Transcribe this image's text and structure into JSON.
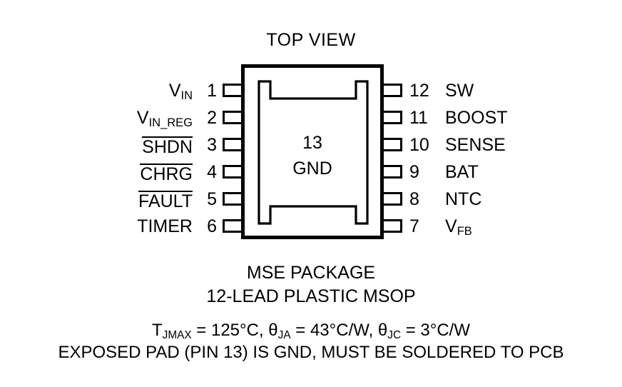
{
  "title": "TOP VIEW",
  "package": {
    "body_label_number": "13",
    "body_label_name": "GND"
  },
  "pins": {
    "left": [
      {
        "number": "1",
        "name": "V",
        "sub": "IN",
        "overbar": false
      },
      {
        "number": "2",
        "name": "V",
        "sub": "IN_REG",
        "overbar": false
      },
      {
        "number": "3",
        "name": "SHDN",
        "sub": "",
        "overbar": true
      },
      {
        "number": "4",
        "name": "CHRG",
        "sub": "",
        "overbar": true
      },
      {
        "number": "5",
        "name": "FAULT",
        "sub": "",
        "overbar": true
      },
      {
        "number": "6",
        "name": "TIMER",
        "sub": "",
        "overbar": false
      }
    ],
    "right": [
      {
        "number": "12",
        "name": "SW",
        "sub": "",
        "overbar": false
      },
      {
        "number": "11",
        "name": "BOOST",
        "sub": "",
        "overbar": false
      },
      {
        "number": "10",
        "name": "SENSE",
        "sub": "",
        "overbar": false
      },
      {
        "number": "9",
        "name": "BAT",
        "sub": "",
        "overbar": false
      },
      {
        "number": "8",
        "name": "NTC",
        "sub": "",
        "overbar": false
      },
      {
        "number": "7",
        "name": "V",
        "sub": "FB",
        "overbar": false
      }
    ]
  },
  "captions": {
    "package_name": "MSE PACKAGE",
    "lead_count": "12-LEAD PLASTIC MSOP",
    "thermal": {
      "tj_symbol": "T",
      "tj_sub": "JMAX",
      "tj_value": " = 125°C, ",
      "tja_symbol": "θ",
      "tja_sub": "JA",
      "tja_value": " = 43°C/W, ",
      "tjc_symbol": "θ",
      "tjc_sub": "JC",
      "tjc_value": " = 3°C/W"
    },
    "exposed_pad_note": "EXPOSED PAD (PIN 13) IS GND, MUST BE SOLDERED TO PCB"
  },
  "colors": {
    "ink": "#000000",
    "paper": "#ffffff"
  }
}
